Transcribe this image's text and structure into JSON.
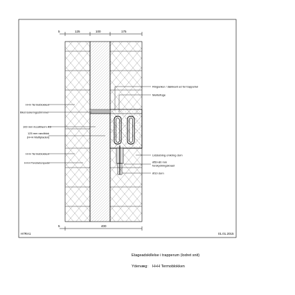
{
  "dimensions": {
    "top": [
      "125",
      "100",
      "175"
    ],
    "top_left_mark": "5",
    "bottom": "400",
    "bottom_left_mark": "5"
  },
  "labels_left": [
    "H+H Termoblokken",
    "Bled isoleringsstrimmel",
    "100 mm Koolitherm K3",
    "125 mm randblok",
    "(H+H Multipladen)",
    "H+H Termoblokken",
    "H+H Porebetonpude"
  ],
  "labels_right": [
    "Ringanker / dækkant ud for trappehul",
    "Mørtelfuge",
    "Lidslatning omkring dorn",
    "Ø50-80 mm",
    "forskydningsknast",
    "Ø10 dorn"
  ],
  "footer": {
    "code": "H7RA1",
    "date": "01.01.2015"
  },
  "caption": {
    "title": "Etageadskillelse i trapperum (lodret snit)",
    "wall_label": "Ydervæg:",
    "wall_value": "H+H Termoblokken"
  },
  "colors": {
    "line": "#000000",
    "hatch": "#555555",
    "background": "#ffffff"
  }
}
